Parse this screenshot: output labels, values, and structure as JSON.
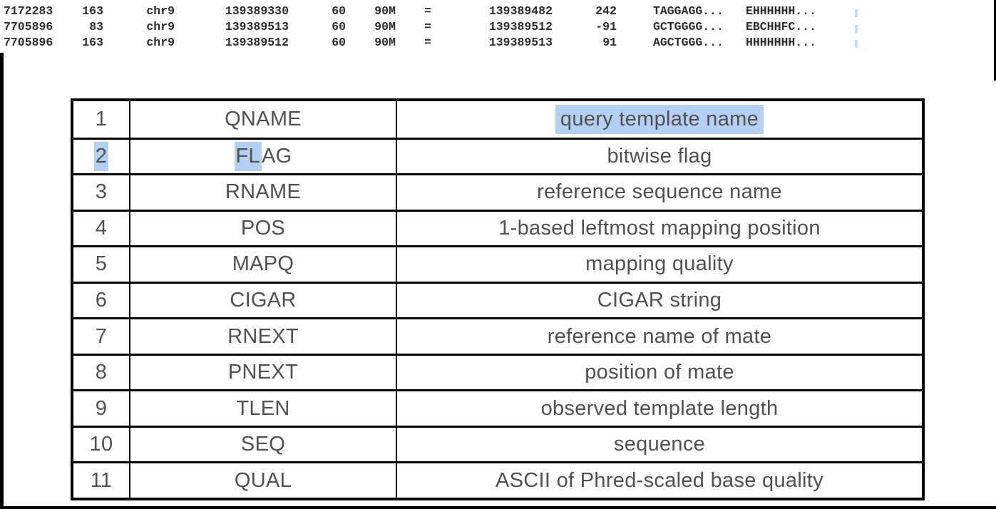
{
  "colors": {
    "selection": "#b4d0f2",
    "table_text": "#505050",
    "mono_text": "#2b2b2b",
    "frame": "#000000"
  },
  "sam_records": {
    "columns": [
      "qname",
      "flag",
      "rname",
      "pos",
      "mapq",
      "cigar",
      "rnext",
      "pnext",
      "tlen",
      "seq",
      "qual"
    ],
    "rows": [
      [
        "7172283",
        "163",
        "chr9",
        "139389330",
        "60",
        "90M",
        "=",
        "139389482",
        "242",
        "TAGGAGG...",
        "EHHHHHH..."
      ],
      [
        "7705896",
        "83",
        "chr9",
        "139389513",
        "60",
        "90M",
        "=",
        "139389512",
        "-91",
        "GCTGGGG...",
        "EBCHHFC..."
      ],
      [
        "7705896",
        "163",
        "chr9",
        "139389512",
        "60",
        "90M",
        "=",
        "139389513",
        "91",
        "AGCTGGG...",
        "HHHHHHH..."
      ]
    ]
  },
  "fields_table": {
    "rows": [
      {
        "num": "1",
        "name": "QNAME",
        "desc": "query template name",
        "desc_selected": true
      },
      {
        "num": "2",
        "name": "FLAG",
        "desc": "bitwise flag",
        "num_selected": true,
        "name_selected_prefix": "FL"
      },
      {
        "num": "3",
        "name": "RNAME",
        "desc": "reference sequence name"
      },
      {
        "num": "4",
        "name": "POS",
        "desc": "1-based leftmost mapping position"
      },
      {
        "num": "5",
        "name": "MAPQ",
        "desc": "mapping quality"
      },
      {
        "num": "6",
        "name": "CIGAR",
        "desc": "CIGAR string"
      },
      {
        "num": "7",
        "name": "RNEXT",
        "desc": "reference name of mate"
      },
      {
        "num": "8",
        "name": "PNEXT",
        "desc": "position of mate"
      },
      {
        "num": "9",
        "name": "TLEN",
        "desc": "observed template length"
      },
      {
        "num": "10",
        "name": "SEQ",
        "desc": "sequence"
      },
      {
        "num": "11",
        "name": "QUAL",
        "desc": "ASCII of Phred-scaled base quality"
      }
    ]
  }
}
